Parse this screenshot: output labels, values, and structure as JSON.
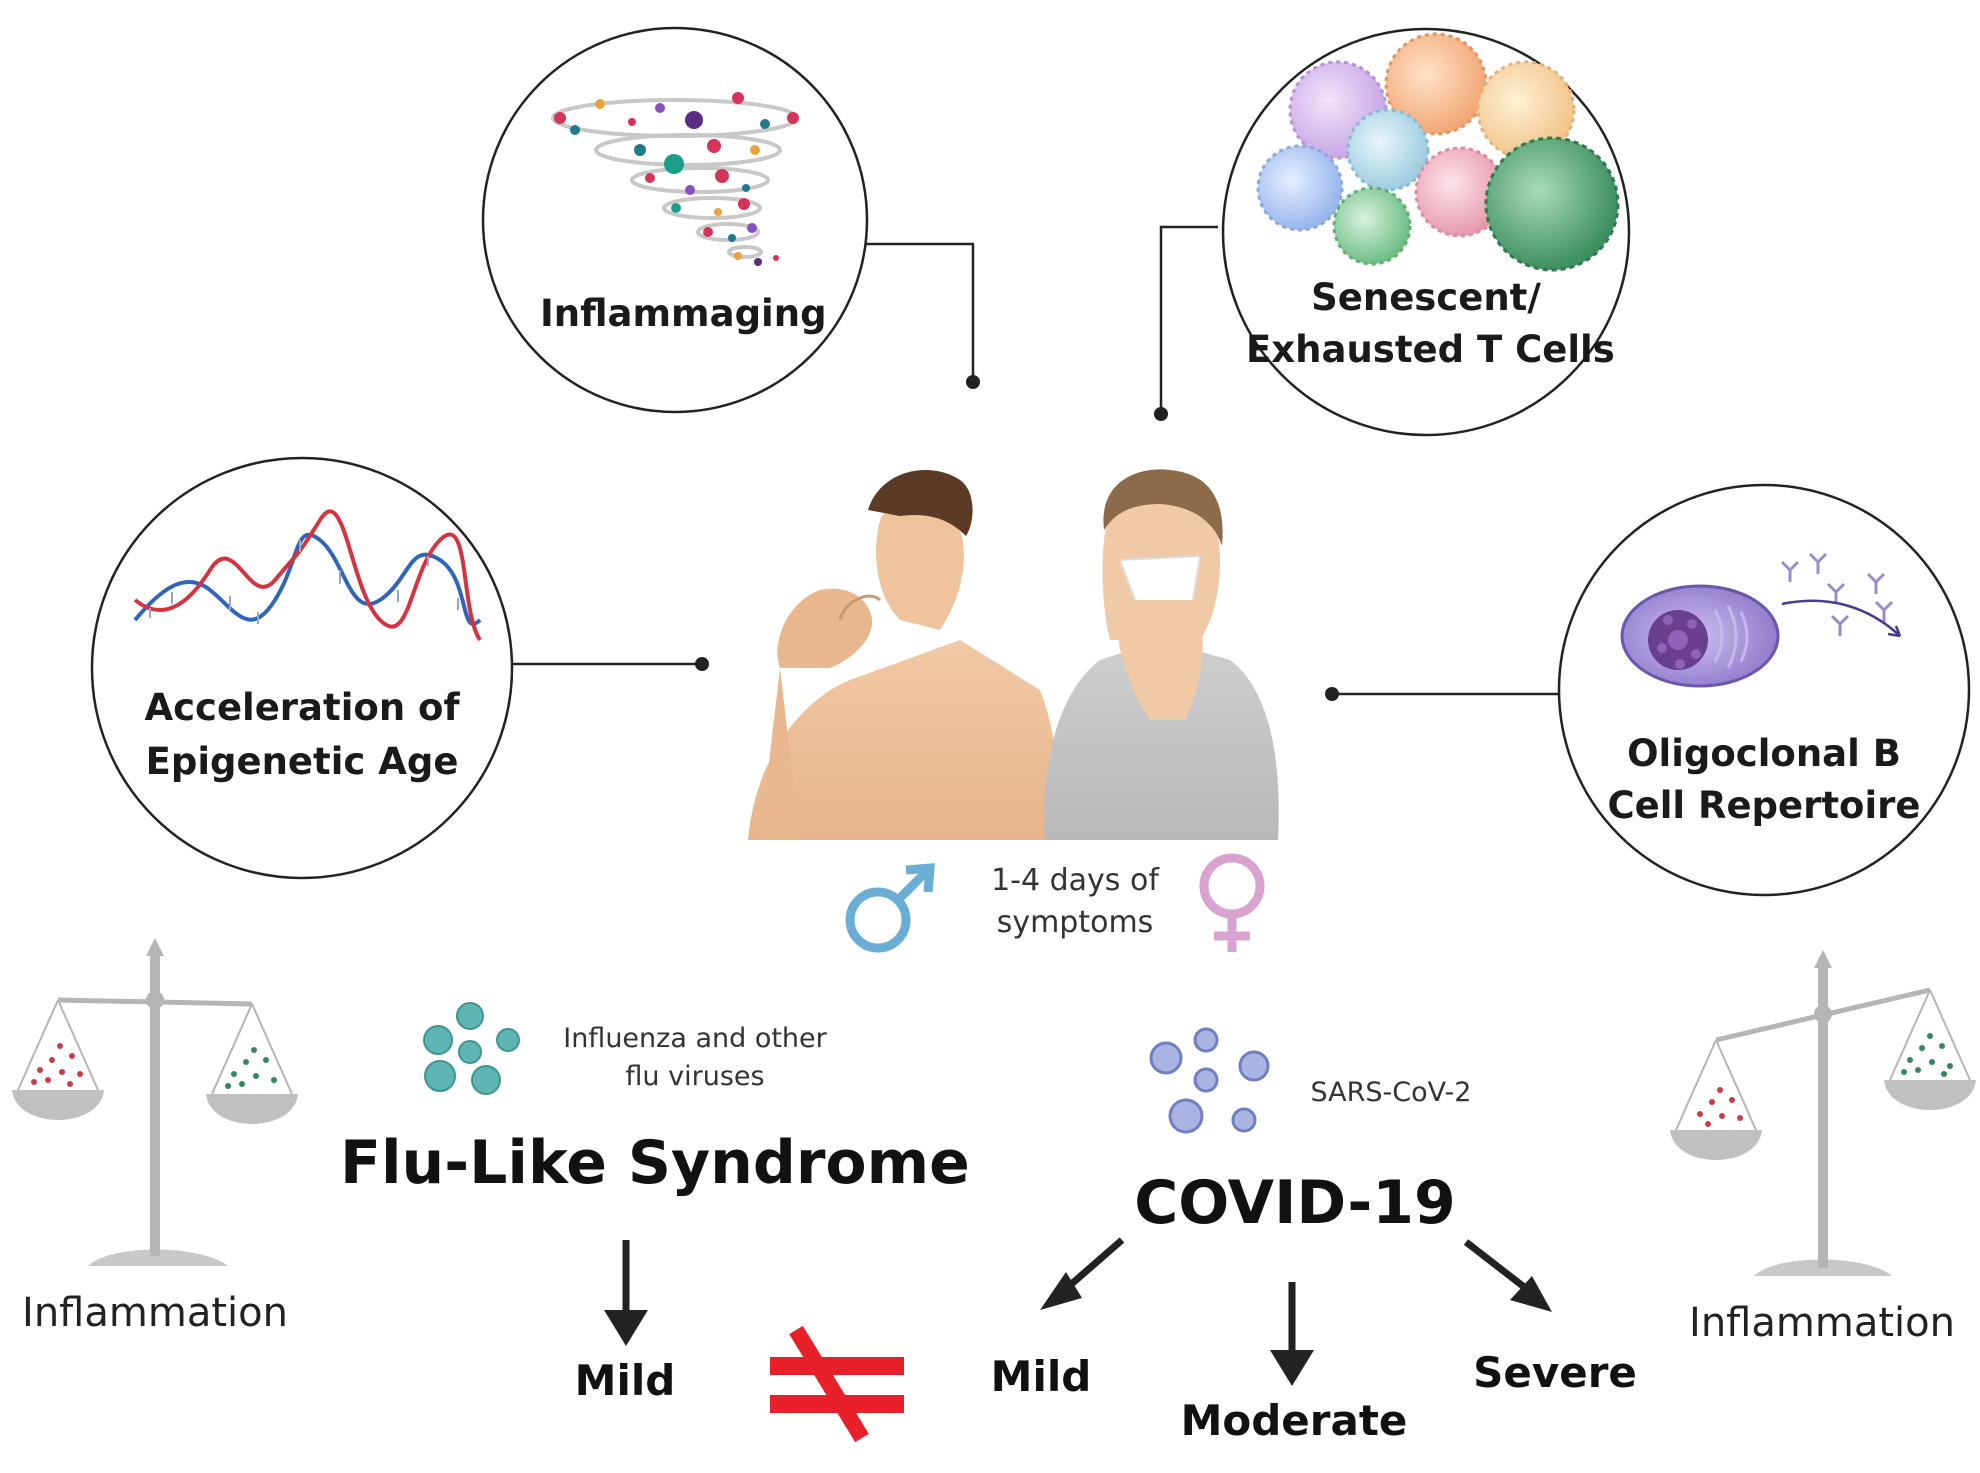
{
  "circles": {
    "inflammaging": "Inflammaging",
    "senescent_line1": "Senescent/",
    "senescent_line2": "Exhausted T Cells",
    "epigenetic_line1": "Acceleration of",
    "epigenetic_line2": "Epigenetic Age",
    "oligoclonal_line1": "Oligoclonal B",
    "oligoclonal_line2": "Cell Repertoire"
  },
  "center": {
    "symptoms_line1": "1-4 days of",
    "symptoms_line2": "symptoms",
    "male_symbol": "♂",
    "female_symbol": "♀"
  },
  "flu": {
    "virus_line1": "Influenza and other",
    "virus_line2": "flu viruses",
    "title": "Flu-Like Syndrome",
    "outcome": "Mild"
  },
  "covid": {
    "virus_label": "SARS-CoV-2",
    "title": "COVID-19",
    "outcomes": [
      "Mild",
      "Moderate",
      "Severe"
    ]
  },
  "scales": {
    "left_label": "Inflammation",
    "right_label": "Inflammation"
  },
  "not_equal_symbol": "≠",
  "colors": {
    "male": "#6aaed6",
    "female": "#d9a3d0",
    "not_equal": "#e8202a",
    "scale_gray": "#b5b5b5",
    "flu_virus": "#5fb5b3",
    "covid_virus": "#6f7fc0"
  }
}
